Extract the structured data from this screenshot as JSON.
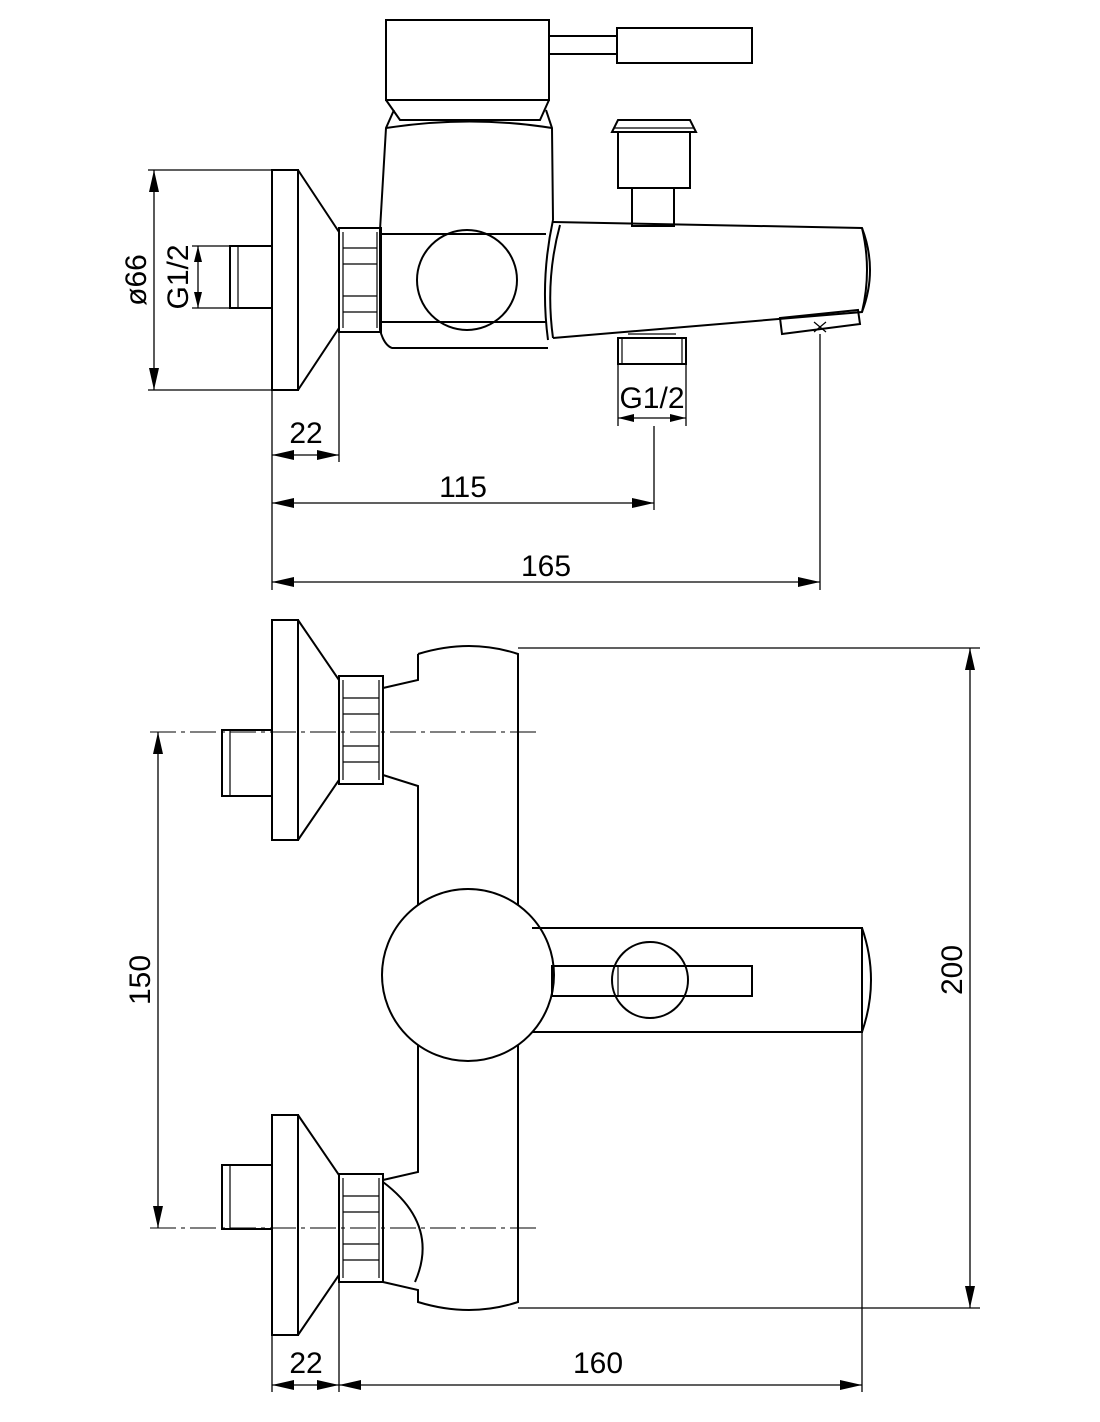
{
  "drawing": {
    "side_view": {
      "dim_width": "22",
      "dim_outlet": "115",
      "dim_total": "165",
      "inlet_thread": "G1/2",
      "outlet_thread": "G1/2",
      "flange_diameter": "ø66"
    },
    "front_view": {
      "dim_width": "22",
      "dim_projection": "160",
      "dim_inlet_spacing": "150",
      "dim_height": "200"
    }
  }
}
